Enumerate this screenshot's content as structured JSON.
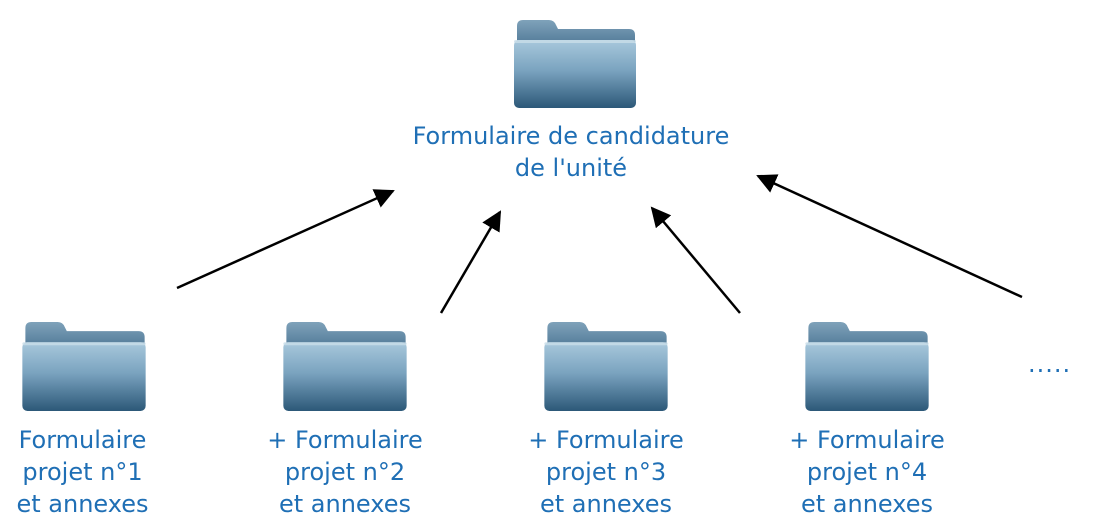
{
  "root": {
    "icon": "folder-icon",
    "label_line1": "Formulaire de candidature",
    "label_line2": "de l'unité"
  },
  "children": [
    {
      "icon": "folder-icon",
      "line1": "Formulaire",
      "line2": "projet n°1",
      "line3": "et annexes"
    },
    {
      "icon": "folder-icon",
      "line1": "+ Formulaire",
      "line2": "projet n°2",
      "line3": "et annexes"
    },
    {
      "icon": "folder-icon",
      "line1": "+ Formulaire",
      "line2": "projet n°3",
      "line3": "et annexes"
    },
    {
      "icon": "folder-icon",
      "line1": "+ Formulaire",
      "line2": "projet n°4",
      "line3": "et annexes"
    }
  ],
  "more": ".....",
  "colors": {
    "label": "#1f6fb5",
    "folder_top": "#9cc0d6",
    "folder_bottom": "#2f5d7e",
    "arrow": "#000000"
  }
}
